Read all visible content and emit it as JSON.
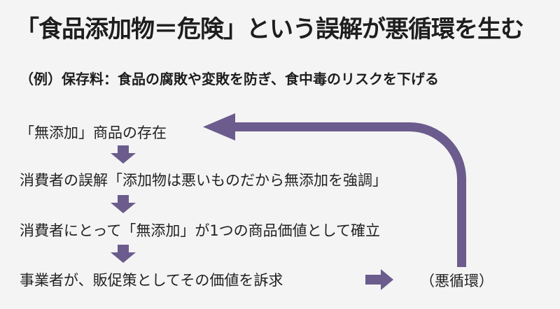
{
  "title": "「食品添加物＝危険」という誤解が悪循環を生む",
  "subtitle": "（例）保存料：食品の腐敗や変敗を防ぎ、食中毒のリスクを下げる",
  "steps": [
    "「無添加」商品の存在",
    "消費者の誤解「添加物は悪いものだから無添加を強調」",
    "消費者にとって「無添加」が1つの商品価値として確立",
    "事業者が、販促策としてその価値を訴求"
  ],
  "loop_label": "（悪循環）",
  "colors": {
    "arrow": "#6b5c8d",
    "background": "#f4f4f4",
    "text": "#1e1e1e"
  },
  "icons": {
    "down": "down-arrow-icon",
    "right": "right-arrow-icon",
    "loop": "loop-arrow-icon"
  }
}
